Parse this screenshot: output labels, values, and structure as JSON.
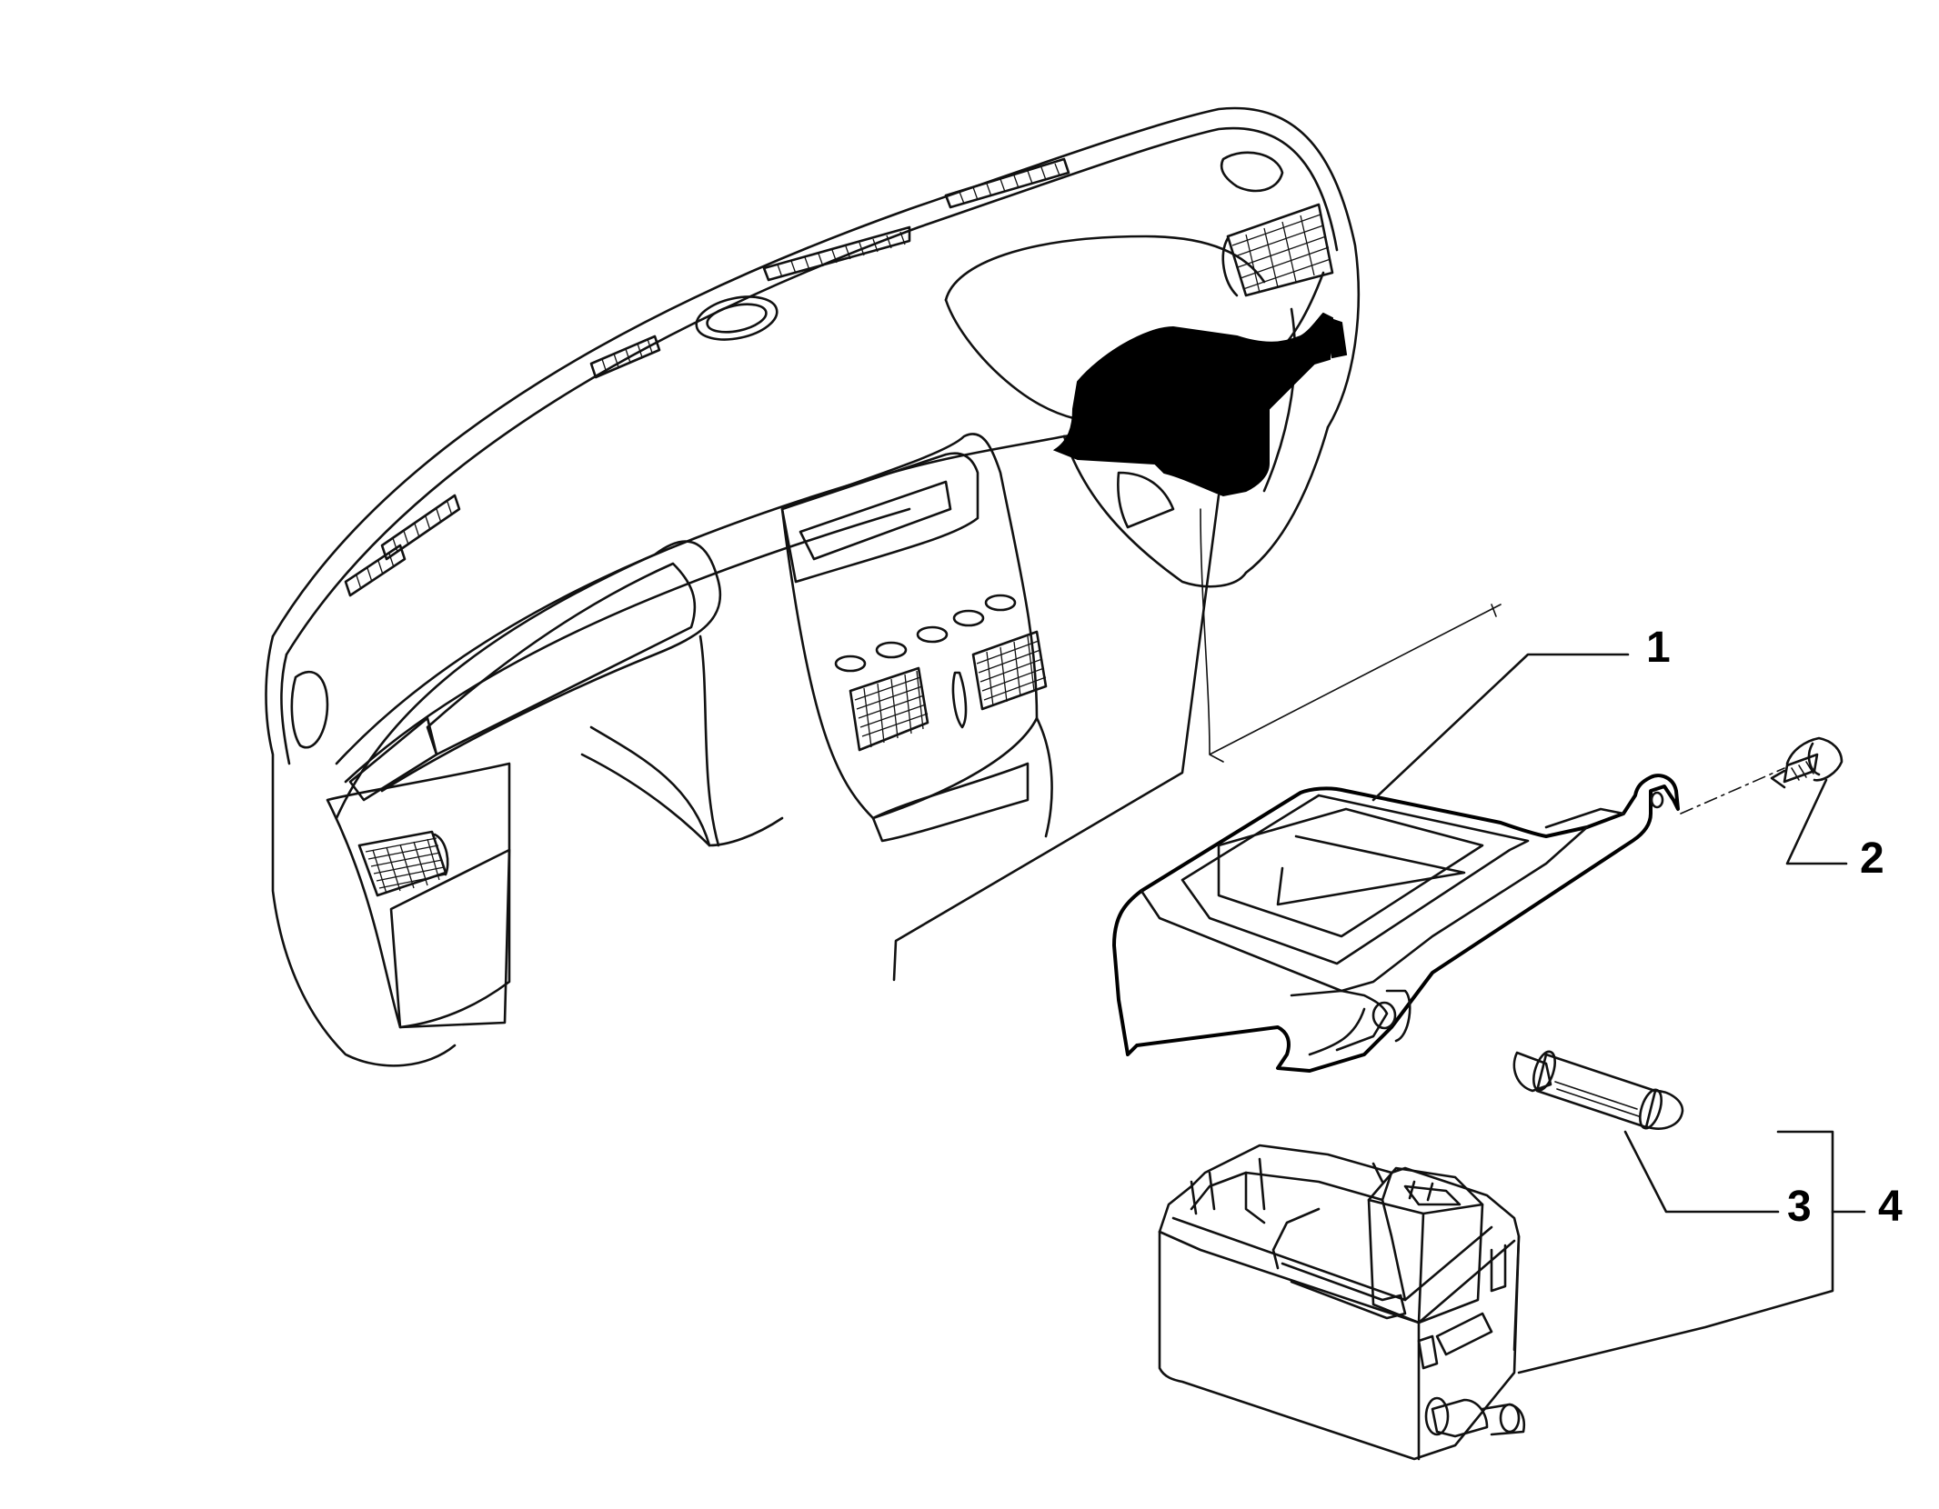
{
  "callouts": [
    {
      "id": "1",
      "label": "1"
    },
    {
      "id": "2",
      "label": "2"
    },
    {
      "id": "3",
      "label": "3"
    },
    {
      "id": "4",
      "label": "4"
    }
  ],
  "icons": {
    "dashboard": "dashboard-illustration",
    "control_unit": "control-unit-icon",
    "bracket": "mounting-bracket-icon",
    "screw": "screw-icon",
    "bulb": "bulb-icon",
    "lamp_housing": "lamp-housing-icon"
  },
  "colors": {
    "line": "#111111",
    "fill": "#000000",
    "background": "#ffffff"
  }
}
